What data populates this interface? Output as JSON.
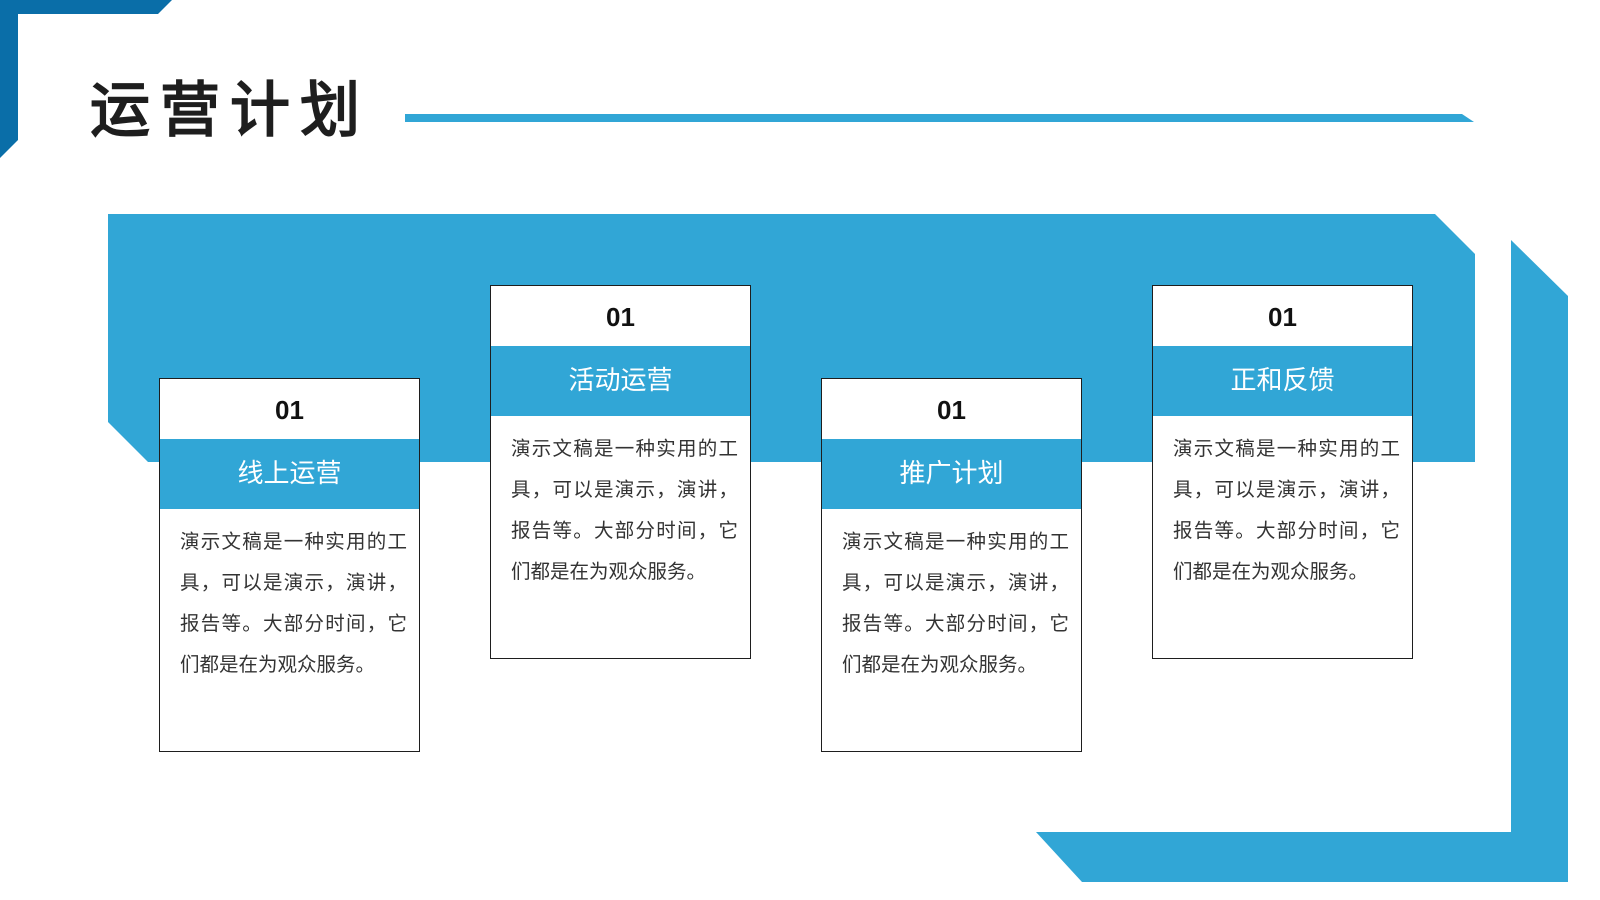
{
  "title": "运营计划",
  "colors": {
    "accent": "#31a6d6",
    "dark_accent": "#0a6ea8",
    "text": "#333333"
  },
  "cards": [
    {
      "number": "01",
      "heading": "线上运营",
      "text": "演示文稿是一种实用的工具，可以是演示，演讲，报告等。大部分时间，它们都是在为观众服务。"
    },
    {
      "number": "01",
      "heading": "活动运营",
      "text": "演示文稿是一种实用的工具，可以是演示，演讲，报告等。大部分时间，它们都是在为观众服务。"
    },
    {
      "number": "01",
      "heading": "推广计划",
      "text": "演示文稿是一种实用的工具，可以是演示，演讲，报告等。大部分时间，它们都是在为观众服务。"
    },
    {
      "number": "01",
      "heading": "正和反馈",
      "text": "演示文稿是一种实用的工具，可以是演示，演讲，报告等。大部分时间，它们都是在为观众服务。"
    }
  ]
}
